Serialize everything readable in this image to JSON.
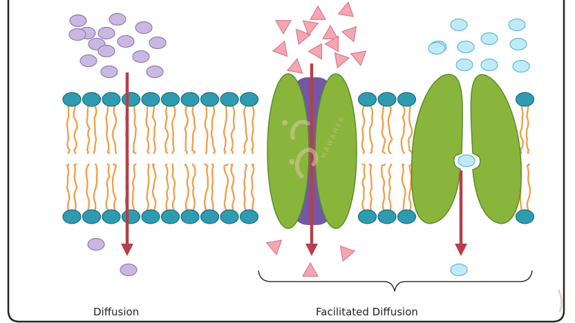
{
  "labels": {
    "diffusion": "Diffusion",
    "facilitated_diffusion": "Facilitated Diffusion"
  },
  "watermark": {
    "text": "MAWAHEB"
  },
  "colors": {
    "frame": "#222222",
    "head_fill": "#2e9bb0",
    "head_stroke": "#1a6b7e",
    "tail": "#f0a04c",
    "protein_fill": "#8ab53c",
    "protein_stroke": "#5d8a2a",
    "channel_core": "#6a4fa0",
    "arrow": "#b5404a",
    "lilac_molecule": "#c9b8e2",
    "pink_molecule": "#f4a6b2",
    "cyan_molecule": "#bfeaf7"
  },
  "particles": {
    "left_above": 14,
    "left_below": 2,
    "middle_above": 13,
    "middle_below": 3,
    "right_above": 10,
    "right_in_carrier": 1,
    "right_below": 1
  }
}
